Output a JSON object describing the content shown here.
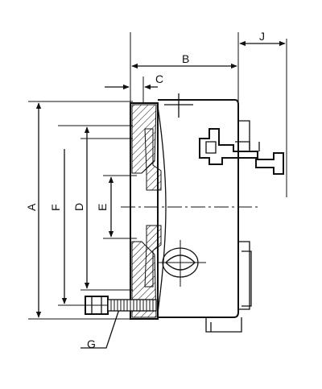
{
  "dimension_labels": {
    "A": "A",
    "B": "B",
    "C": "C",
    "D": "D",
    "E": "E",
    "F": "F",
    "G": "G",
    "J": "J"
  }
}
